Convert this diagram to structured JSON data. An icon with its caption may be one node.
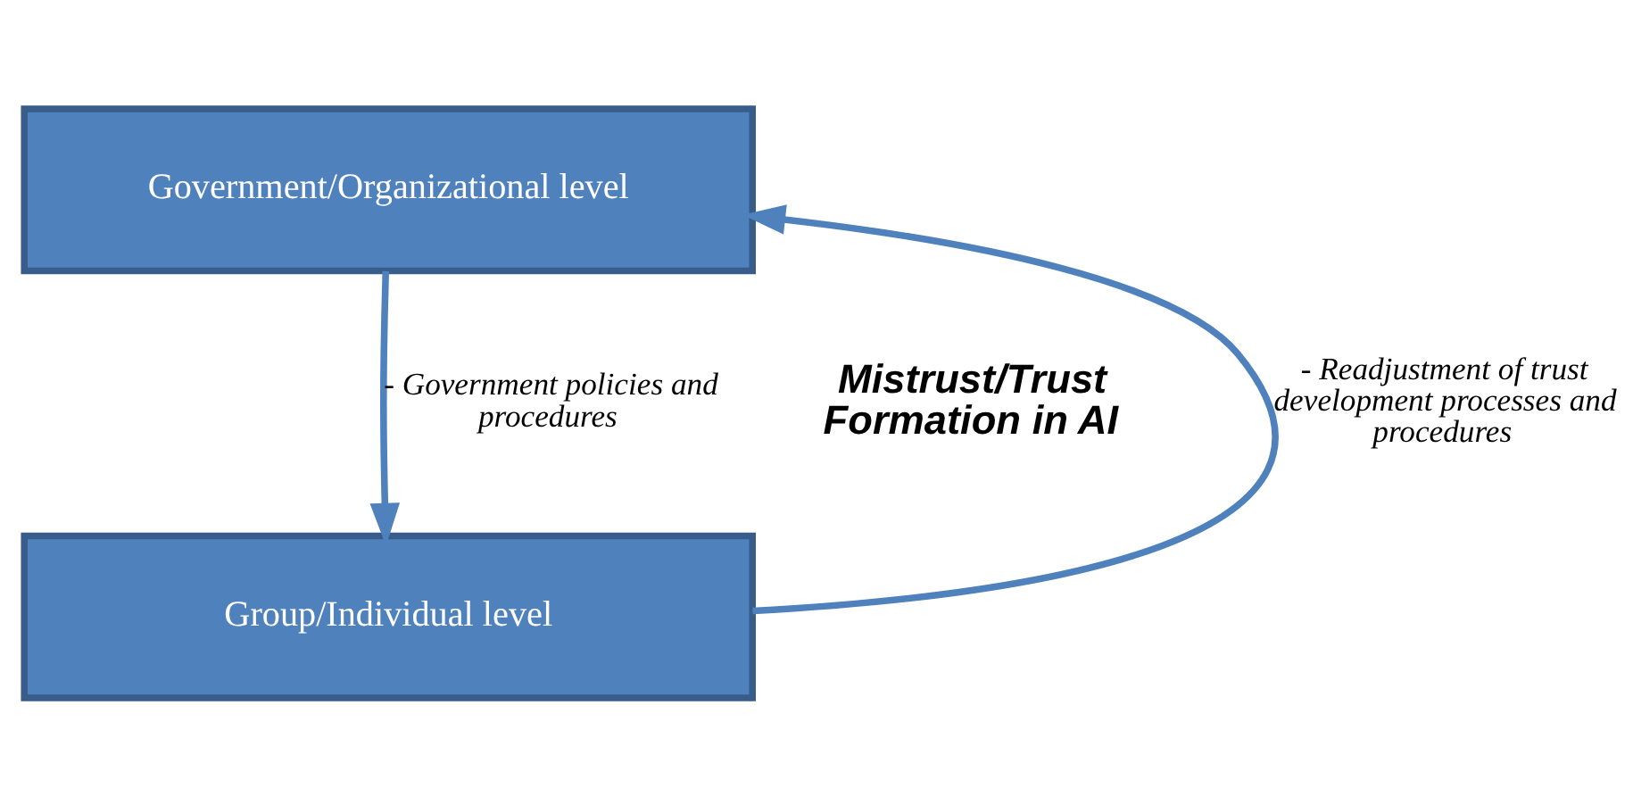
{
  "diagram": {
    "nodes": [
      {
        "text": [
          "Government/Organizational level"
        ]
      },
      {
        "text": [
          "Group/Individual level"
        ]
      }
    ],
    "edges": [
      {
        "from": 0,
        "to": 1,
        "arrow": "to",
        "label": "- Government policies and procedures"
      },
      {
        "from": 1,
        "to": 0,
        "arrow": "to",
        "label": "- Readjustment of trust development processes and procedures"
      }
    ],
    "labels": [
      "Mistrust/Trust Formation in AI"
    ]
  }
}
